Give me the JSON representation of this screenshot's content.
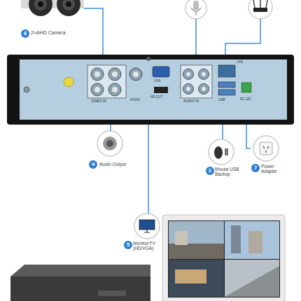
{
  "diagram": {
    "nodes": [
      {
        "text": [
          "2×AHD Camera"
        ]
      },
      {
        "text": [
          "VIDEO IN",
          "AUDIO",
          "VGA",
          "HD OUT",
          "AUDIO IN",
          "LAN",
          "USB",
          "DC 12V"
        ]
      },
      {
        "text": [
          "Audio Output"
        ]
      },
      {
        "text": [
          "Mouse USB Backup"
        ]
      },
      {
        "text": [
          "Power Adapter"
        ]
      },
      {
        "text": [
          "Monitor/TV (HD/VGA)"
        ]
      }
    ],
    "edges": [
      {
        "from": 0,
        "to": 1,
        "arrow": "none"
      },
      {
        "from": 1,
        "to": 2,
        "arrow": "none"
      },
      {
        "from": 1,
        "to": 3,
        "arrow": "none"
      },
      {
        "from": 1,
        "to": 4,
        "arrow": "none"
      },
      {
        "from": 1,
        "to": 5,
        "arrow": "none"
      }
    ],
    "labels": [
      "6",
      "4",
      "2",
      "7",
      "5"
    ]
  }
}
